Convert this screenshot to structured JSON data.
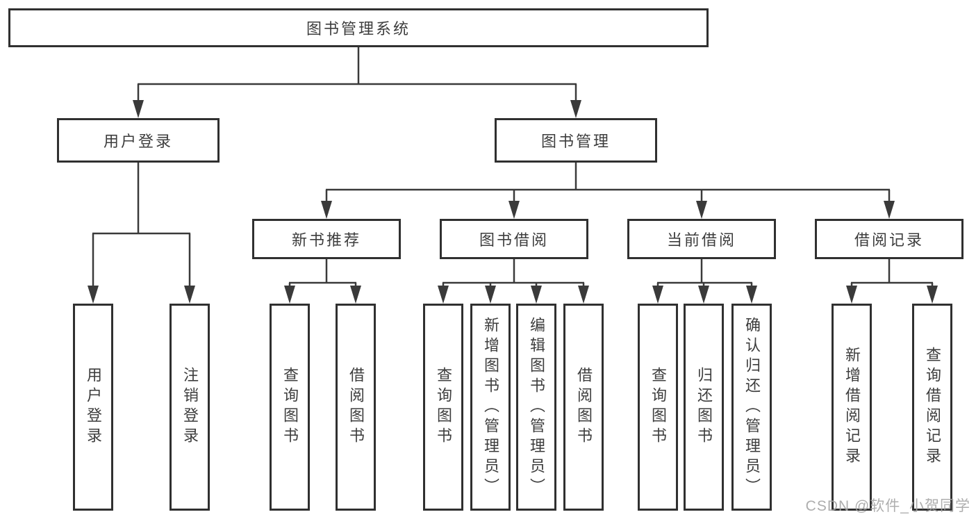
{
  "diagram": {
    "title": "图书管理系统",
    "root": {
      "label": "图书管理系统"
    },
    "level2": [
      {
        "label": "用户登录"
      },
      {
        "label": "图书管理"
      }
    ],
    "level3": [
      {
        "label": "新书推荐",
        "parent": "图书管理"
      },
      {
        "label": "图书借阅",
        "parent": "图书管理"
      },
      {
        "label": "当前借阅",
        "parent": "图书管理"
      },
      {
        "label": "借阅记录",
        "parent": "图书管理"
      }
    ],
    "leaves": [
      {
        "label": "用户登录",
        "parent": "用户登录"
      },
      {
        "label": "注销登录",
        "parent": "用户登录"
      },
      {
        "label": "查询图书",
        "parent": "新书推荐"
      },
      {
        "label": "借阅图书",
        "parent": "新书推荐"
      },
      {
        "label": "查询图书",
        "parent": "图书借阅"
      },
      {
        "label": "新增图书（管理员）",
        "parent": "图书借阅"
      },
      {
        "label": "编辑图书（管理员）",
        "parent": "图书借阅"
      },
      {
        "label": "借阅图书",
        "parent": "图书借阅"
      },
      {
        "label": "查询图书",
        "parent": "当前借阅"
      },
      {
        "label": "归还图书",
        "parent": "当前借阅"
      },
      {
        "label": "确认归还（管理员）",
        "parent": "当前借阅"
      },
      {
        "label": "新增借阅记录",
        "parent": "借阅记录"
      },
      {
        "label": "查询借阅记录",
        "parent": "借阅记录"
      }
    ],
    "colors": {
      "line": "#3a3a3a",
      "border": "#303030",
      "text": "#3d3d3d",
      "background": "#ffffff",
      "watermark": "#a5a5a5"
    }
  },
  "watermark": {
    "text": "CSDN @软件_小贺同学"
  }
}
